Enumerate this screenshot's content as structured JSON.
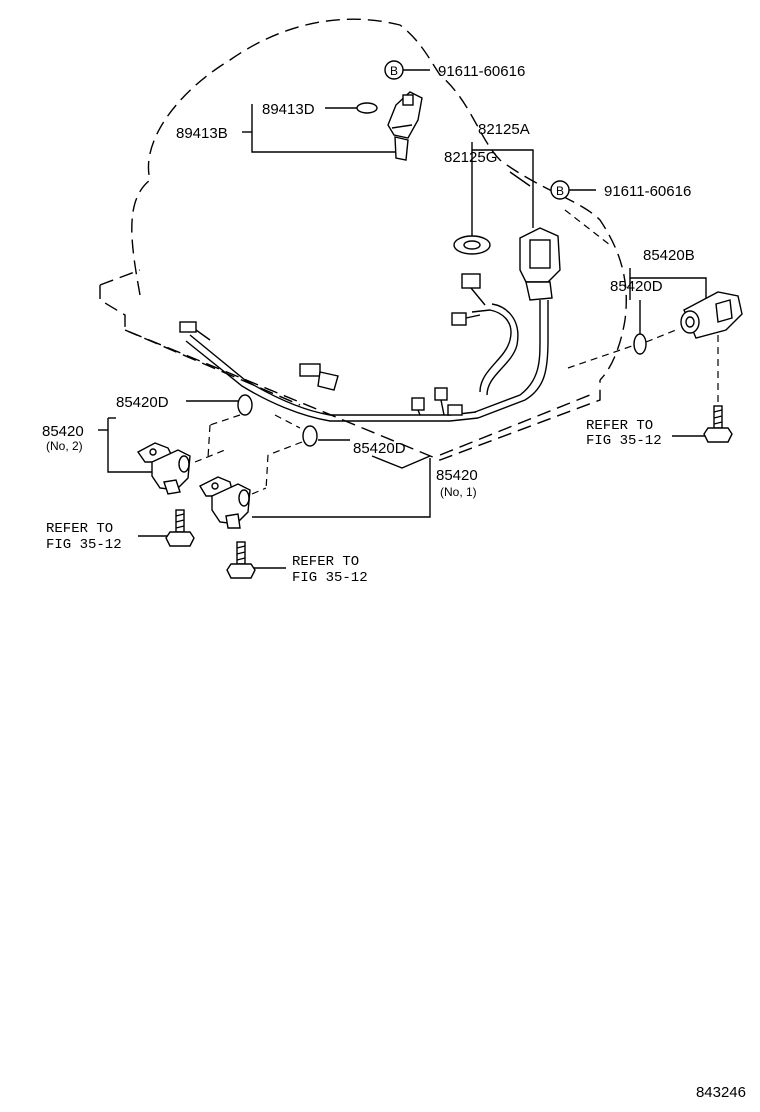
{
  "labels": {
    "bolt_b_top": "91611-60616",
    "bolt_b_right": "91611-60616",
    "bolt_marker": "B",
    "sensor_89413B": "89413B",
    "oring_89413D": "89413D",
    "harness_82125A": "82125A",
    "grommet_82125G": "82125G",
    "sensor_85420B": "85420B",
    "oring_85420D_right": "85420D",
    "oring_85420D_left": "85420D",
    "oring_85420D_mid": "85420D",
    "sensor_85420_no2": "85420",
    "sensor_85420_no2_sub": "(No, 2)",
    "sensor_85420_no1": "85420",
    "sensor_85420_no1_sub": "(No, 1)",
    "refer_right_1": "REFER TO",
    "refer_right_2": "FIG 35-12",
    "refer_left_1": "REFER TO",
    "refer_left_2": "FIG 35-12",
    "refer_mid_1": "REFER TO",
    "refer_mid_2": "FIG 35-12",
    "figure_number": "843246"
  }
}
